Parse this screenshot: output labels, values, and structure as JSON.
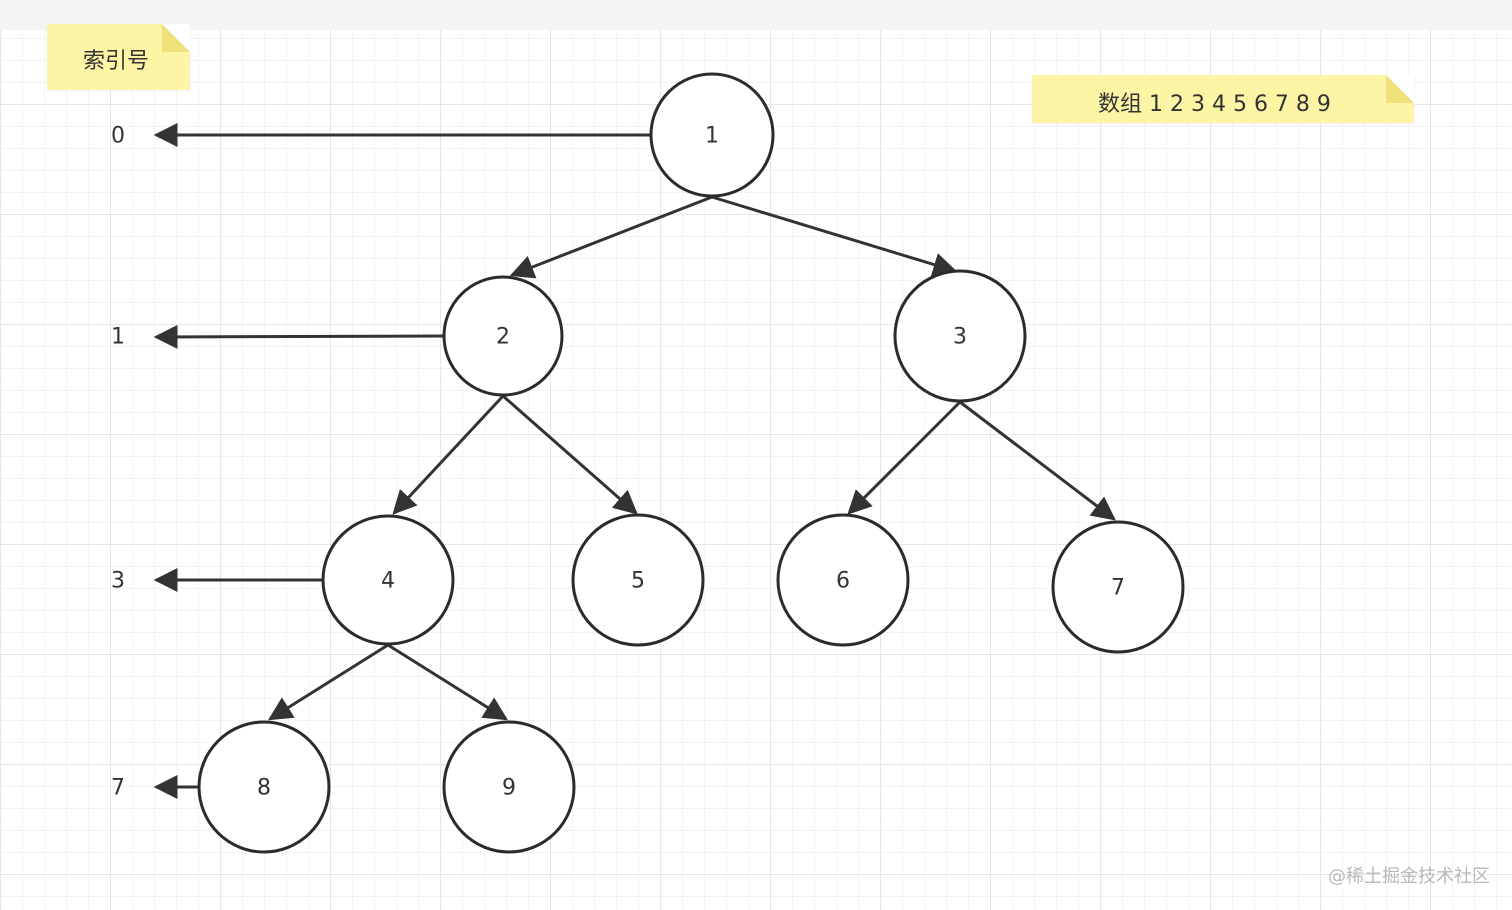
{
  "notes": {
    "index_note": "索引号",
    "array_note": "数组  1 2 3 4 5 6 7 8 9"
  },
  "index_labels": [
    "0",
    "1",
    "3",
    "7"
  ],
  "nodes": [
    "1",
    "2",
    "3",
    "4",
    "5",
    "6",
    "7",
    "8",
    "9"
  ],
  "watermark": "@稀土掘金技术社区",
  "colors": {
    "sticky": "#fdf5a6",
    "sticky_fold": "#efe07a",
    "stroke": "#2b2b2b"
  }
}
